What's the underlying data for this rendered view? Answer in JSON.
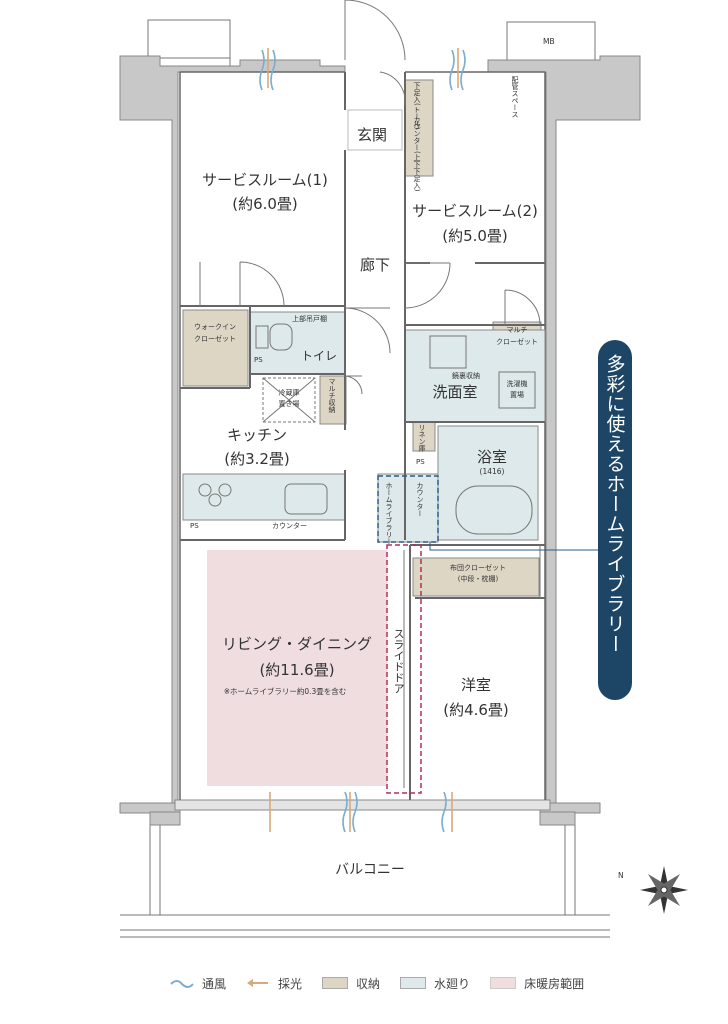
{
  "rooms": {
    "service1_name": "サービスルーム(1)",
    "service1_size": "(約6.0畳)",
    "service2_name": "サービスルーム(2)",
    "service2_size": "(約5.0畳)",
    "entrance": "玄関",
    "corridor": "廊下",
    "kitchen_name": "キッチン",
    "kitchen_size": "(約3.2畳)",
    "washroom": "洗面室",
    "bath_name": "浴室",
    "bath_size": "(1416)",
    "living_name": "リビング・ダイニング",
    "living_size": "(約11.6畳)",
    "living_note": "※ホームライブラリー約0.3畳を含む",
    "western_name": "洋室",
    "western_size": "(約4.6畳)",
    "toilet": "トイレ",
    "balcony": "バルコニー"
  },
  "labels": {
    "mb": "MB",
    "pipe_space": "配管スペース",
    "shoe_tall": "下足入(トール)",
    "counter_shoe": "カウンター(上下下足入)",
    "walk_in": "ウォークイン",
    "closet": "クローゼット",
    "upper_cabinet": "上部吊戸棚",
    "ps": "PS",
    "fridge": "冷蔵庫",
    "fridge_place": "置き場",
    "multi_storage": "マルチ収納",
    "multi_closet1": "マルチ",
    "multi_closet2": "クローゼット",
    "mirror_storage": "鏡裏収納",
    "washer1": "洗濯機",
    "washer2": "置場",
    "linen": "リネン庫",
    "home_library": "ホームライブラリー",
    "counter": "カウンター",
    "futon1": "布団クローゼット",
    "futon2": "(中段・枕棚)",
    "slide_door": "スライドドア"
  },
  "callout": "多彩に使えるホームライブラリー",
  "legend": [
    {
      "label": "通風",
      "color": "#7aaed0"
    },
    {
      "label": "採光",
      "color": "#d9a87c"
    },
    {
      "label": "収納",
      "color": "#ddd6c5"
    },
    {
      "label": "水廻り",
      "color": "#dde9ea"
    },
    {
      "label": "床暖房範囲",
      "color": "#f0dde0"
    }
  ],
  "compass": "N"
}
